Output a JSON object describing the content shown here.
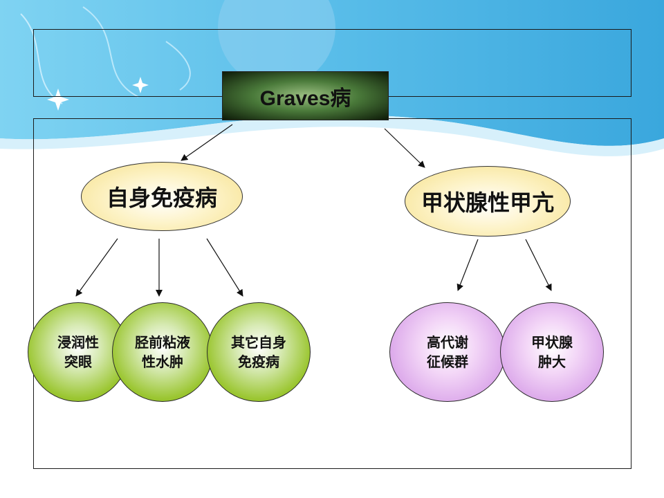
{
  "diagram": {
    "title": "Graves病",
    "level1": [
      {
        "label": "自身免疫病"
      },
      {
        "label": "甲状腺性甲亢"
      }
    ],
    "level2": [
      {
        "label": "浸润性\n突眼",
        "color": "#9bc631"
      },
      {
        "label": "胫前粘液\n性水肿",
        "color": "#9bc631"
      },
      {
        "label": "其它自身\n免疫病",
        "color": "#9bc631"
      },
      {
        "label": "高代谢\n征候群",
        "color": "#dba7ea"
      },
      {
        "label": "甲状腺\n肿大",
        "color": "#dba7ea"
      }
    ]
  },
  "colors": {
    "title_box": "#4a7a3a",
    "level1_fill": "#f5e08a",
    "green_circle": "#9bc631",
    "purple_circle": "#dba7ea",
    "header_wave": "#4fb3e6"
  }
}
